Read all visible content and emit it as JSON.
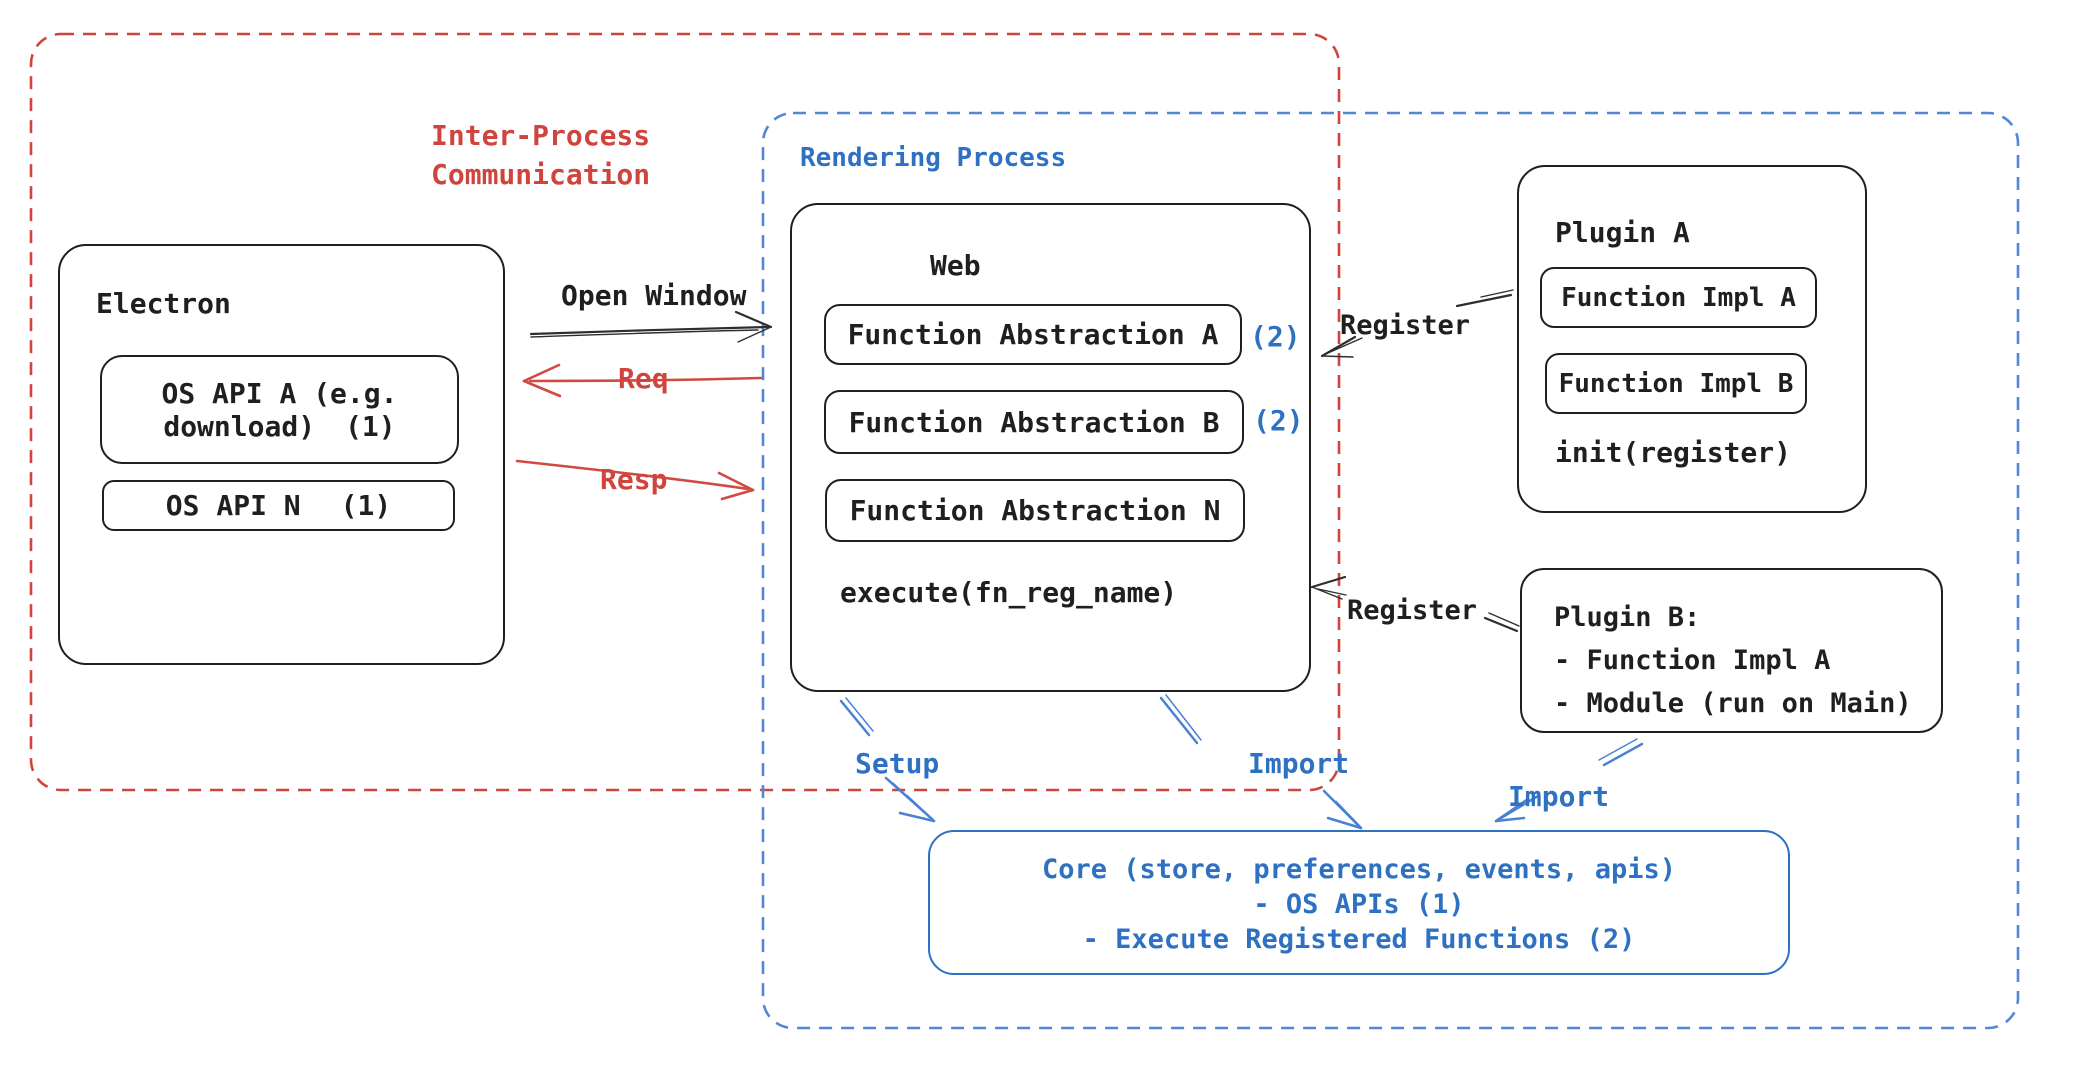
{
  "colors": {
    "red": "#cf453e",
    "blue": "#2e71c3",
    "blue_dash": "#5287d6",
    "ink": "#1f1f1f"
  },
  "regions": {
    "ipc": {
      "line1": "Inter-Process",
      "line2": "Communication"
    },
    "rendering": {
      "label": "Rendering Process"
    }
  },
  "electron": {
    "title": "Electron",
    "api_a_line1": "OS API A (e.g.",
    "api_a_line2": "download)",
    "api_a_badge": "(1)",
    "api_n_label": "OS API N",
    "api_n_badge": "(1)"
  },
  "web": {
    "title": "Web",
    "fa_a": "Function Abstraction A",
    "fa_a_badge": "(2)",
    "fa_b": "Function Abstraction B",
    "fa_b_badge": "(2)",
    "fa_n": "Function Abstraction N",
    "execute_label": "execute(fn_reg_name)"
  },
  "plugin_a": {
    "title": "Plugin A",
    "impl_a": "Function Impl A",
    "impl_b": "Function Impl B",
    "init_label": "init(register)"
  },
  "plugin_b": {
    "title": "Plugin B:",
    "item1": "- Function Impl A",
    "item2": "- Module (run on Main)"
  },
  "core": {
    "line1": "Core (store, preferences, events, apis)",
    "line2": "- OS APIs (1)",
    "line3": "- Execute Registered Functions (2)"
  },
  "labels": {
    "open_window": "Open Window",
    "req": "Req",
    "resp": "Resp",
    "register_plugin_a": "Register",
    "register_plugin_b": "Register",
    "setup": "Setup",
    "import_web": "Import",
    "import_plugin_b": "Import"
  }
}
